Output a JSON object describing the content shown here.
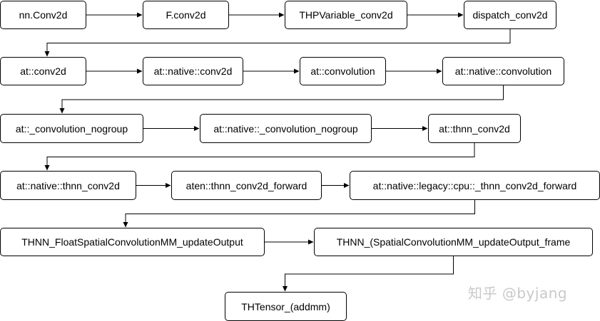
{
  "nodes": [
    {
      "id": "n01",
      "label": "nn.Conv2d"
    },
    {
      "id": "n02",
      "label": "F.conv2d"
    },
    {
      "id": "n03",
      "label": "THPVariable_conv2d"
    },
    {
      "id": "n04",
      "label": "dispatch_conv2d"
    },
    {
      "id": "n05",
      "label": "at::conv2d"
    },
    {
      "id": "n06",
      "label": "at::native::conv2d"
    },
    {
      "id": "n07",
      "label": "at::convolution"
    },
    {
      "id": "n08",
      "label": "at::native::convolution"
    },
    {
      "id": "n09",
      "label": "at::_convolution_nogroup"
    },
    {
      "id": "n10",
      "label": "at::native::_convolution_nogroup"
    },
    {
      "id": "n11",
      "label": "at::thnn_conv2d"
    },
    {
      "id": "n12",
      "label": "at::native::thnn_conv2d"
    },
    {
      "id": "n13",
      "label": "aten::thnn_conv2d_forward"
    },
    {
      "id": "n14",
      "label": "at::native::legacy::cpu::_thnn_conv2d_forward"
    },
    {
      "id": "n15",
      "label": "THNN_FloatSpatialConvolutionMM_updateOutput"
    },
    {
      "id": "n16",
      "label": "THNN_(SpatialConvolutionMM_updateOutput_frame"
    },
    {
      "id": "n17",
      "label": "THTensor_(addmm)"
    }
  ],
  "edges": [
    {
      "from": "n01",
      "to": "n02"
    },
    {
      "from": "n02",
      "to": "n03"
    },
    {
      "from": "n03",
      "to": "n04"
    },
    {
      "from": "n04",
      "to": "n05"
    },
    {
      "from": "n05",
      "to": "n06"
    },
    {
      "from": "n06",
      "to": "n07"
    },
    {
      "from": "n07",
      "to": "n08"
    },
    {
      "from": "n08",
      "to": "n09"
    },
    {
      "from": "n09",
      "to": "n10"
    },
    {
      "from": "n10",
      "to": "n11"
    },
    {
      "from": "n11",
      "to": "n12"
    },
    {
      "from": "n12",
      "to": "n13"
    },
    {
      "from": "n13",
      "to": "n14"
    },
    {
      "from": "n14",
      "to": "n15"
    },
    {
      "from": "n15",
      "to": "n16"
    },
    {
      "from": "n16",
      "to": "n17"
    }
  ],
  "watermark": "知乎 @byjang"
}
